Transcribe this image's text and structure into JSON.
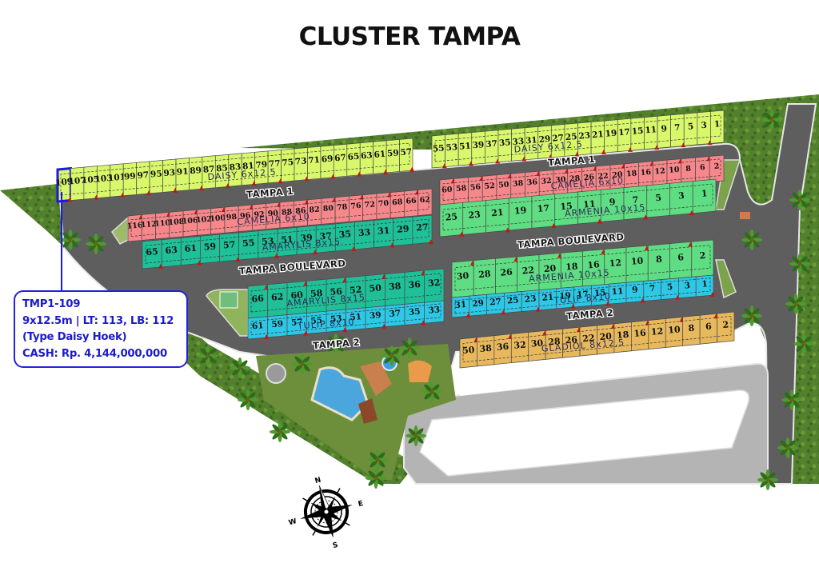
{
  "title": "CLUSTER TAMPA",
  "colors": {
    "daisy": "#d9f76a",
    "camelia": "#f6878a",
    "armenia": "#5fdd83",
    "amarylis": "#1fbf98",
    "tulip": "#2cc8e6",
    "gladiol": "#e7b95c",
    "road": "#5e5e5e",
    "grass": "#4f7a2a",
    "highlight": "#1a1ae0"
  },
  "roads": [
    "TAMPA 1",
    "TAMPA 1",
    "TAMPA BOULEVARD",
    "TAMPA BOULEVARD",
    "TAMPA 2",
    "TAMPA 2"
  ],
  "blocks": {
    "daisy_west": {
      "label": "DAISY 6x12.5",
      "lots": [
        "109",
        "107",
        "105",
        "103",
        "101",
        "99",
        "97",
        "95",
        "93",
        "91",
        "89",
        "87",
        "85",
        "83",
        "81",
        "79",
        "77",
        "75",
        "73",
        "71",
        "69",
        "67",
        "65",
        "63",
        "61",
        "59",
        "57"
      ]
    },
    "daisy_east": {
      "label": "DAISY 6x12.5",
      "lots": [
        "55",
        "53",
        "51",
        "39",
        "37",
        "35",
        "33",
        "31",
        "29",
        "27",
        "25",
        "23",
        "21",
        "19",
        "17",
        "15",
        "11",
        "9",
        "7",
        "5",
        "3",
        "1"
      ]
    },
    "camelia_west": {
      "label": "CAMELIA 6x10",
      "lots": [
        "116",
        "112",
        "110",
        "108",
        "106",
        "102",
        "100",
        "98",
        "96",
        "92",
        "90",
        "88",
        "86",
        "82",
        "80",
        "78",
        "76",
        "72",
        "70",
        "68",
        "66",
        "62"
      ]
    },
    "amarylis_north": {
      "label": "AMARYLIS 8x15",
      "lots": [
        "65",
        "63",
        "61",
        "59",
        "57",
        "55",
        "53",
        "51",
        "39",
        "37",
        "35",
        "33",
        "31",
        "29",
        "27"
      ]
    },
    "camelia_east": {
      "label": "CAMELIA 6x10",
      "lots": [
        "60",
        "58",
        "56",
        "52",
        "50",
        "38",
        "36",
        "32",
        "30",
        "28",
        "26",
        "22",
        "20",
        "18",
        "16",
        "12",
        "10",
        "8",
        "6",
        "2"
      ]
    },
    "armenia_north": {
      "label": "ARMENIA 10x15",
      "lots": [
        "25",
        "23",
        "21",
        "19",
        "17",
        "15",
        "11",
        "9",
        "7",
        "5",
        "3",
        "1"
      ]
    },
    "amarylis_south": {
      "label": "AMARYLIS 8x15",
      "lots": [
        "66",
        "62",
        "60",
        "58",
        "56",
        "52",
        "50",
        "38",
        "36",
        "32"
      ]
    },
    "tulip_west": {
      "label": "TULIP 8x10",
      "lots": [
        "61",
        "59",
        "57",
        "55",
        "53",
        "51",
        "39",
        "37",
        "35",
        "33"
      ]
    },
    "armenia_south": {
      "label": "ARMENIA 10x15",
      "lots": [
        "30",
        "28",
        "26",
        "22",
        "20",
        "18",
        "16",
        "12",
        "10",
        "8",
        "6",
        "2"
      ]
    },
    "tulip_east": {
      "label": "TULIP 8x10",
      "lots": [
        "31",
        "29",
        "27",
        "25",
        "23",
        "21",
        "19",
        "17",
        "15",
        "11",
        "9",
        "7",
        "5",
        "3",
        "1"
      ]
    },
    "gladiol": {
      "label": "GLADIOL 8x12,5",
      "lots": [
        "50",
        "38",
        "36",
        "32",
        "30",
        "28",
        "26",
        "22",
        "20",
        "18",
        "16",
        "12",
        "10",
        "8",
        "6",
        "2"
      ]
    }
  },
  "selected_lot": "109",
  "callout": {
    "line1": "TMP1-109",
    "line2": "9x12.5m | LT: 113, LB: 112",
    "line3": "(Type Daisy Hoek)",
    "line4": "CASH: Rp. 4,144,000,000"
  },
  "compass": {
    "n": "N",
    "e": "E",
    "s": "S",
    "w": "W"
  }
}
